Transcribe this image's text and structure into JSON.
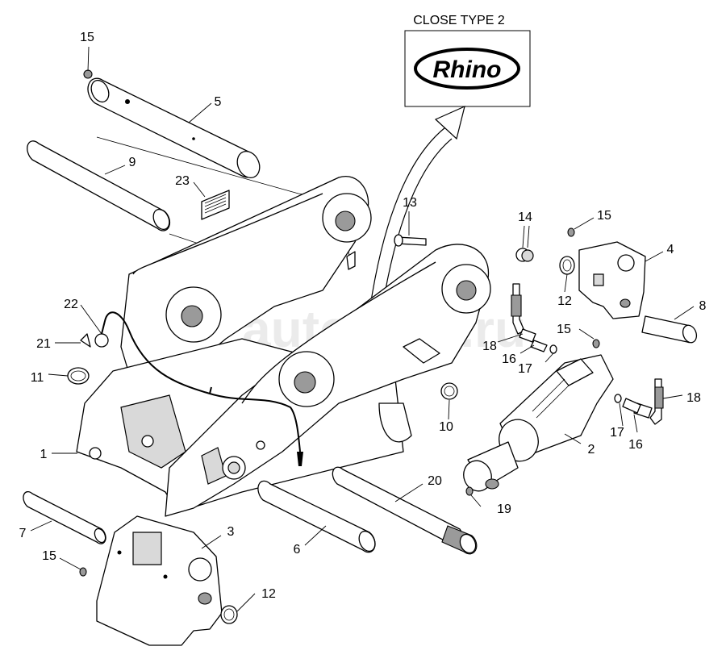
{
  "inset": {
    "title": "CLOSE TYPE 2",
    "logo_text": "Rhino"
  },
  "watermark": "autopiter.ru",
  "callouts": [
    {
      "id": "c1",
      "text": "1"
    },
    {
      "id": "c2",
      "text": "2"
    },
    {
      "id": "c3",
      "text": "3"
    },
    {
      "id": "c4",
      "text": "4"
    },
    {
      "id": "c5",
      "text": "5"
    },
    {
      "id": "c6",
      "text": "6"
    },
    {
      "id": "c7",
      "text": "7"
    },
    {
      "id": "c8",
      "text": "8"
    },
    {
      "id": "c9",
      "text": "9"
    },
    {
      "id": "c10",
      "text": "10"
    },
    {
      "id": "c11",
      "text": "11"
    },
    {
      "id": "c12a",
      "text": "12"
    },
    {
      "id": "c12b",
      "text": "12"
    },
    {
      "id": "c13",
      "text": "13"
    },
    {
      "id": "c14",
      "text": "14"
    },
    {
      "id": "c15a",
      "text": "15"
    },
    {
      "id": "c15b",
      "text": "15"
    },
    {
      "id": "c15c",
      "text": "15"
    },
    {
      "id": "c15d",
      "text": "15"
    },
    {
      "id": "c16a",
      "text": "16"
    },
    {
      "id": "c16b",
      "text": "16"
    },
    {
      "id": "c17a",
      "text": "17"
    },
    {
      "id": "c17b",
      "text": "17"
    },
    {
      "id": "c18a",
      "text": "18"
    },
    {
      "id": "c18b",
      "text": "18"
    },
    {
      "id": "c19",
      "text": "19"
    },
    {
      "id": "c20",
      "text": "20"
    },
    {
      "id": "c21",
      "text": "21"
    },
    {
      "id": "c22",
      "text": "22"
    },
    {
      "id": "c23",
      "text": "23"
    }
  ]
}
